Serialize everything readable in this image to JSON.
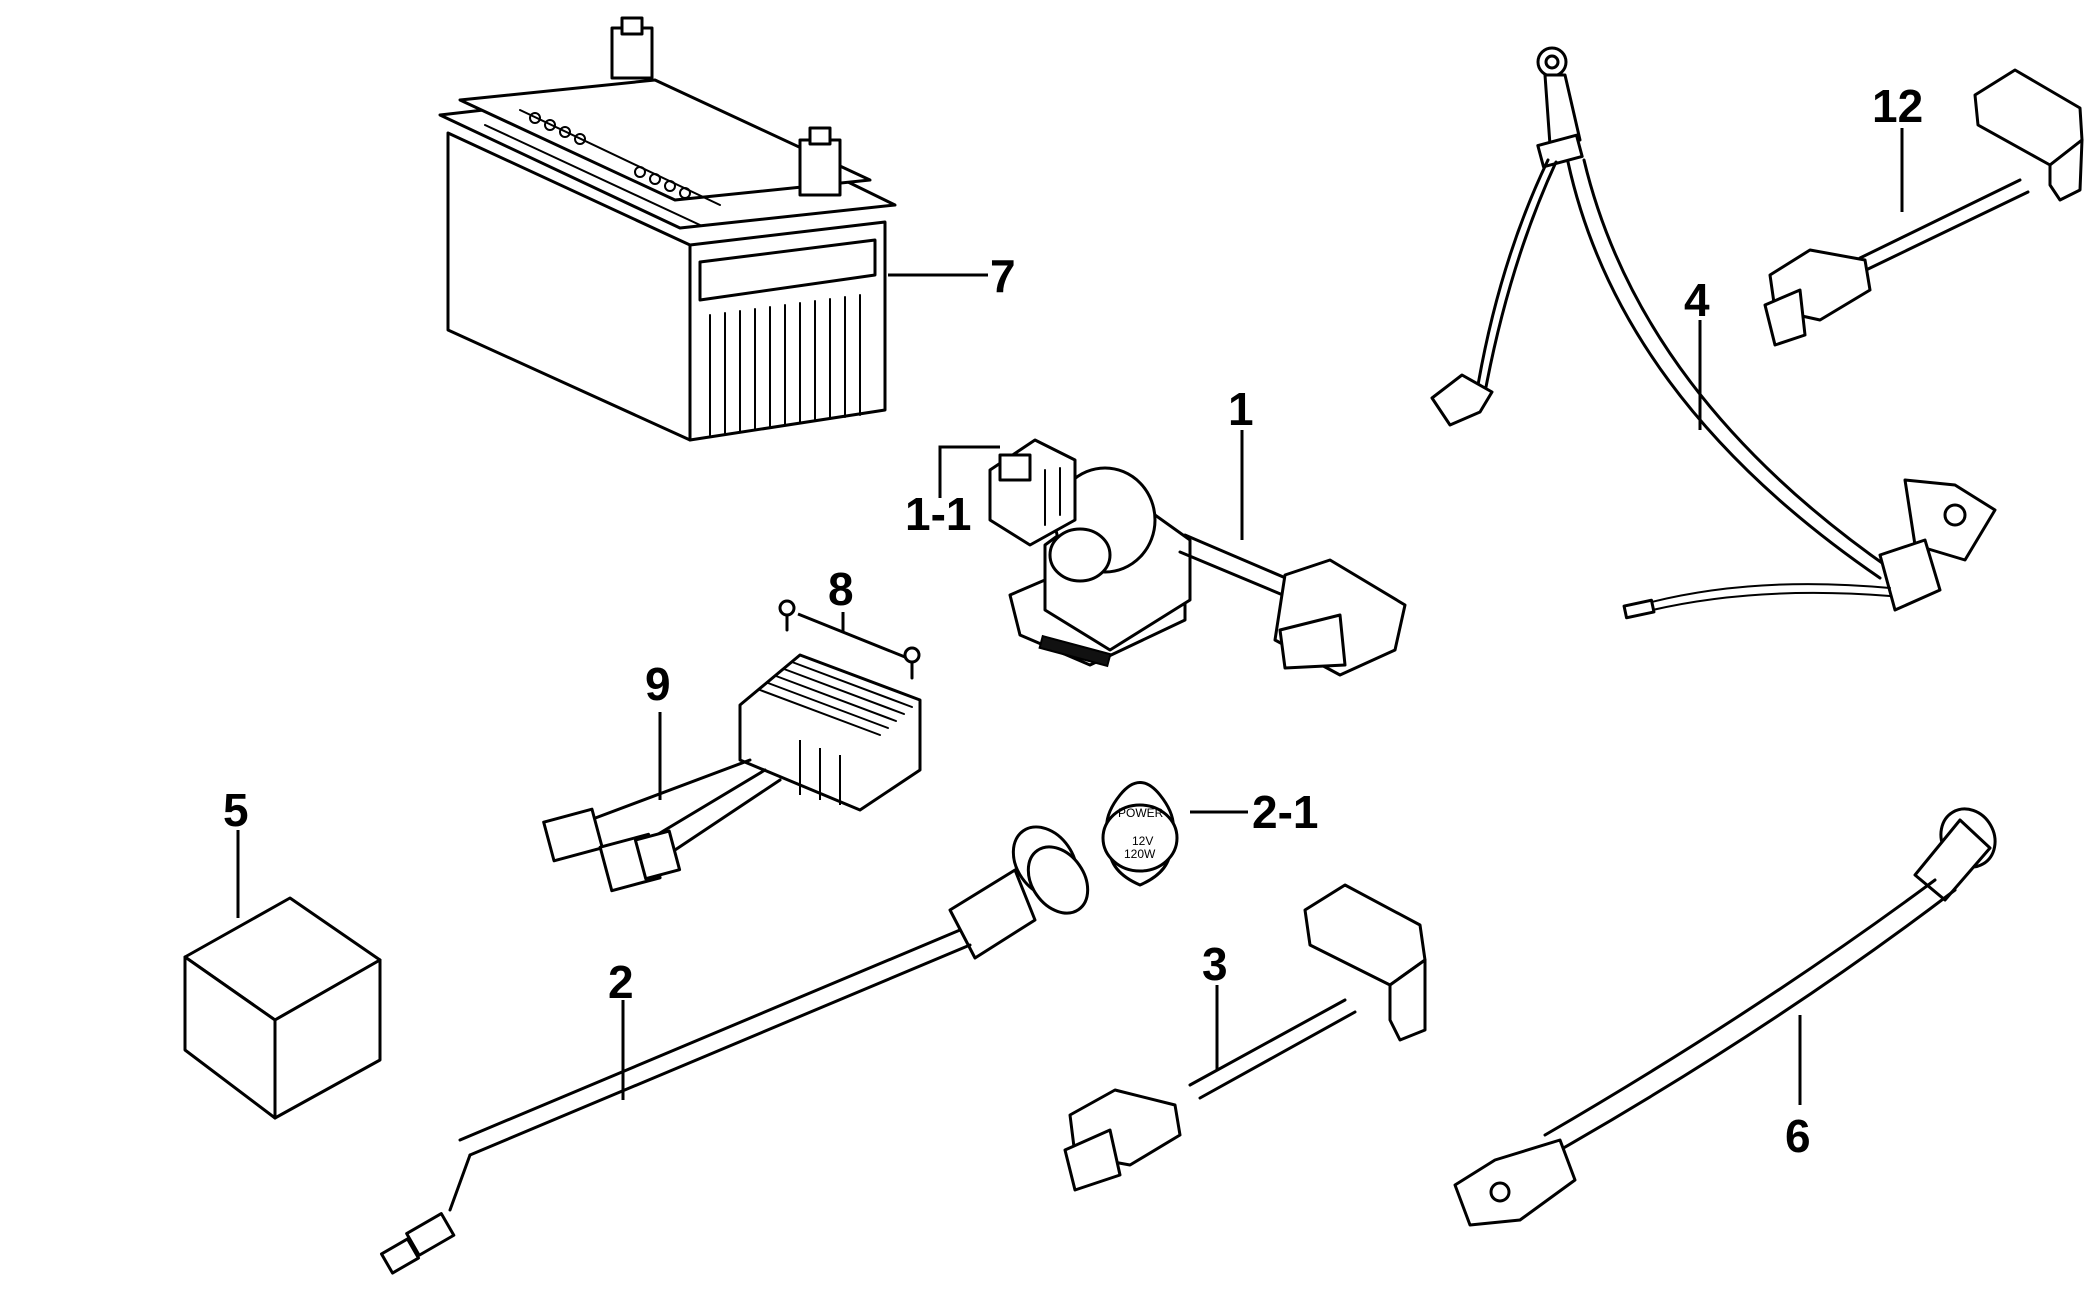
{
  "callouts": {
    "c1": "1",
    "c1_1": "1-1",
    "c2": "2",
    "c2_1": "2-1",
    "c3": "3",
    "c4": "4",
    "c5": "5",
    "c6": "6",
    "c7": "7",
    "c8": "8",
    "c9": "9",
    "c12": "12"
  },
  "socket_cap": {
    "text_top": "POWER",
    "text_volt": "12V",
    "text_watt": "120W"
  }
}
